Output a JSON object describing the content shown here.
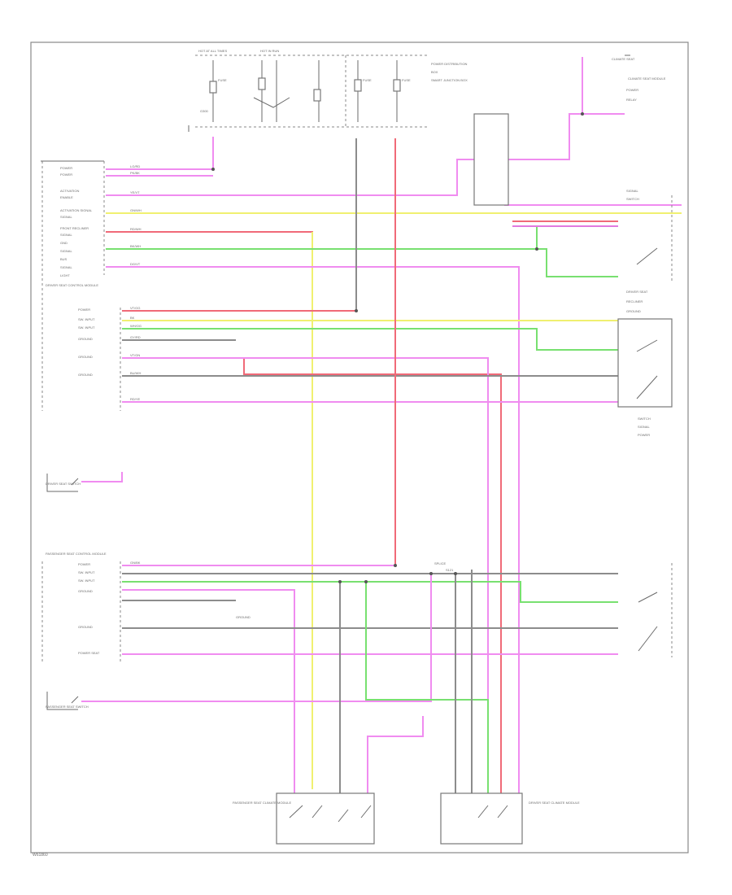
{
  "diagram": {
    "colors": {
      "pink": "#f08cf0",
      "red": "#f06a78",
      "yellow": "#f0f070",
      "green": "#78e070",
      "gray": "#8c8c8c",
      "dark": "#6b6b6b",
      "magenta": "#e07ae0"
    },
    "left_labels": [
      "POWER",
      "POWER",
      "ACTIVATION",
      "ENABLE",
      "ACTIVATION SIGNAL",
      "SIGNAL",
      "FRONT RECLINER",
      "SIGNAL",
      "GND",
      "SIGNAL",
      "BUS",
      "SIGNAL",
      "LIGHT",
      "DRIVER SEAT CONTROL MODULE",
      "POWER",
      "SW. INPUT",
      "SW. INPUT",
      "GROUND",
      "GROUND",
      "GROUND",
      "DRIVER SEAT SWITCH",
      "PASSENGER SEAT CONTROL MODULE",
      "POWER",
      "SW. INPUT",
      "SW. INPUT",
      "GROUND",
      "GROUND",
      "POWER SEAT",
      "PASSENGER SEAT SWITCH"
    ],
    "wire_labels": [
      "LG/RD",
      "PK/BK",
      "YE/VT",
      "GN/WH",
      "RD/WH",
      "BK/WH",
      "DG/VT",
      "VT/OG",
      "BK",
      "WH/OG",
      "GY/RD",
      "VT/GN",
      "BU/WH",
      "RD/YE",
      "GN/BK"
    ],
    "right_labels": [
      "CLIMATE SEAT",
      "CLIMATE SEAT MODULE",
      "POWER",
      "RELAY",
      "SIGNAL",
      "SWITCH",
      "DRIVER SEAT",
      "RECLINER",
      "GROUND",
      "SWITCH",
      "SIGNAL",
      "POWER"
    ],
    "top_labels": [
      "HOT AT ALL TIMES",
      "HOT IN RUN",
      "FUSE",
      "FUSE",
      "FUSE",
      "POWER DISTRIBUTION",
      "BOX",
      "SMART JUNCTION BOX",
      "G300"
    ],
    "bottom_labels": [
      "PASSENGER SEAT CLIMATE MODULE",
      "DRIVER SEAT CLIMATE MODULE",
      "GROUND",
      "SPLICE",
      "S121"
    ],
    "page_id": "W61860"
  }
}
